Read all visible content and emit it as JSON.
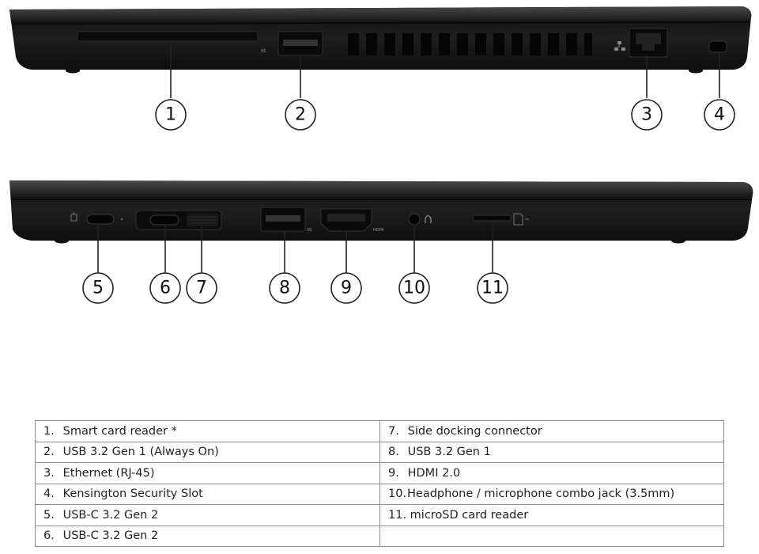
{
  "callouts": [
    "1",
    "2",
    "3",
    "4",
    "5",
    "6",
    "7",
    "8",
    "9",
    "10",
    "11"
  ],
  "port_markings": {
    "usb_ss": "SS",
    "hdmi": "HDMI"
  },
  "legend": {
    "rows": [
      {
        "left": {
          "num": "1.",
          "text": "Smart card reader *"
        },
        "right": {
          "num": "7.",
          "text": "Side docking connector"
        }
      },
      {
        "left": {
          "num": "2.",
          "text": "USB 3.2 Gen 1 (Always On)"
        },
        "right": {
          "num": "8.",
          "text": "USB 3.2 Gen 1"
        }
      },
      {
        "left": {
          "num": "3.",
          "text": "Ethernet (RJ-45)"
        },
        "right": {
          "num": "9.",
          "text": "HDMI 2.0"
        }
      },
      {
        "left": {
          "num": "4.",
          "text": "Kensington Security Slot"
        },
        "right": {
          "num": "10.",
          "text": "Headphone / microphone combo jack (3.5mm)"
        }
      },
      {
        "left": {
          "num": "5.",
          "text": "USB-C 3.2 Gen 2"
        },
        "right": {
          "num": "11.",
          "text": "microSD card reader"
        }
      },
      {
        "left": {
          "num": "6.",
          "text": "USB-C 3.2 Gen 2"
        },
        "right": {
          "num": "",
          "text": ""
        }
      }
    ]
  },
  "colors": {
    "chassis": "#1b1b1b",
    "chassis_edge": "#3a3a3a",
    "port": "#0a0a0a",
    "leader": "#222222",
    "table_border": "#8c8c8c"
  }
}
